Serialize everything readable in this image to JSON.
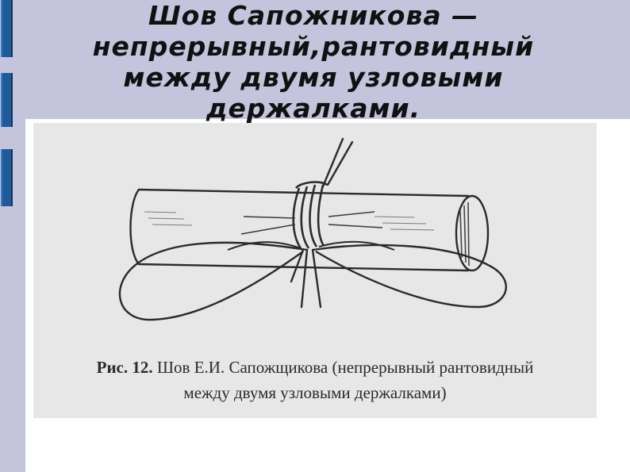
{
  "slide": {
    "title": "Шов Сапожникова — непрерывный,рантовидный между двумя узловыми держалками.",
    "figure": {
      "caption_label": "Рис. 12.",
      "caption_line1": "Шов Е.И. Сапожщикова (непрерывный рантовидный",
      "caption_line2": "между двумя узловыми держалками)"
    }
  },
  "colors": {
    "accent": "#1f5a9a",
    "background": "#c4c4dc"
  }
}
